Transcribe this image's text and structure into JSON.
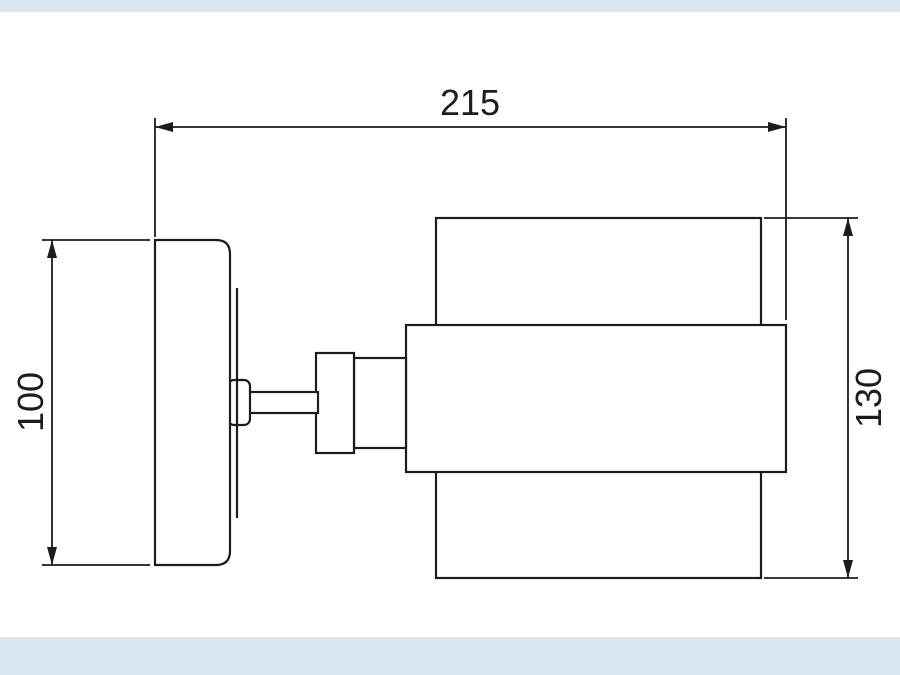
{
  "drawing": {
    "type": "technical-dimension-drawing",
    "subject": "wall-lamp-side-view",
    "line_color": "#1c1c1c",
    "background_color": "#ffffff",
    "strip_color": "#dbe7f3",
    "dimensions": {
      "width": {
        "label": "215"
      },
      "height_left": {
        "label": "100"
      },
      "height_right": {
        "label": "130"
      }
    },
    "parts": [
      "wall-plate",
      "arm-base",
      "arm",
      "swivel-joint",
      "socket-housing",
      "shade-band",
      "shade-body"
    ]
  }
}
